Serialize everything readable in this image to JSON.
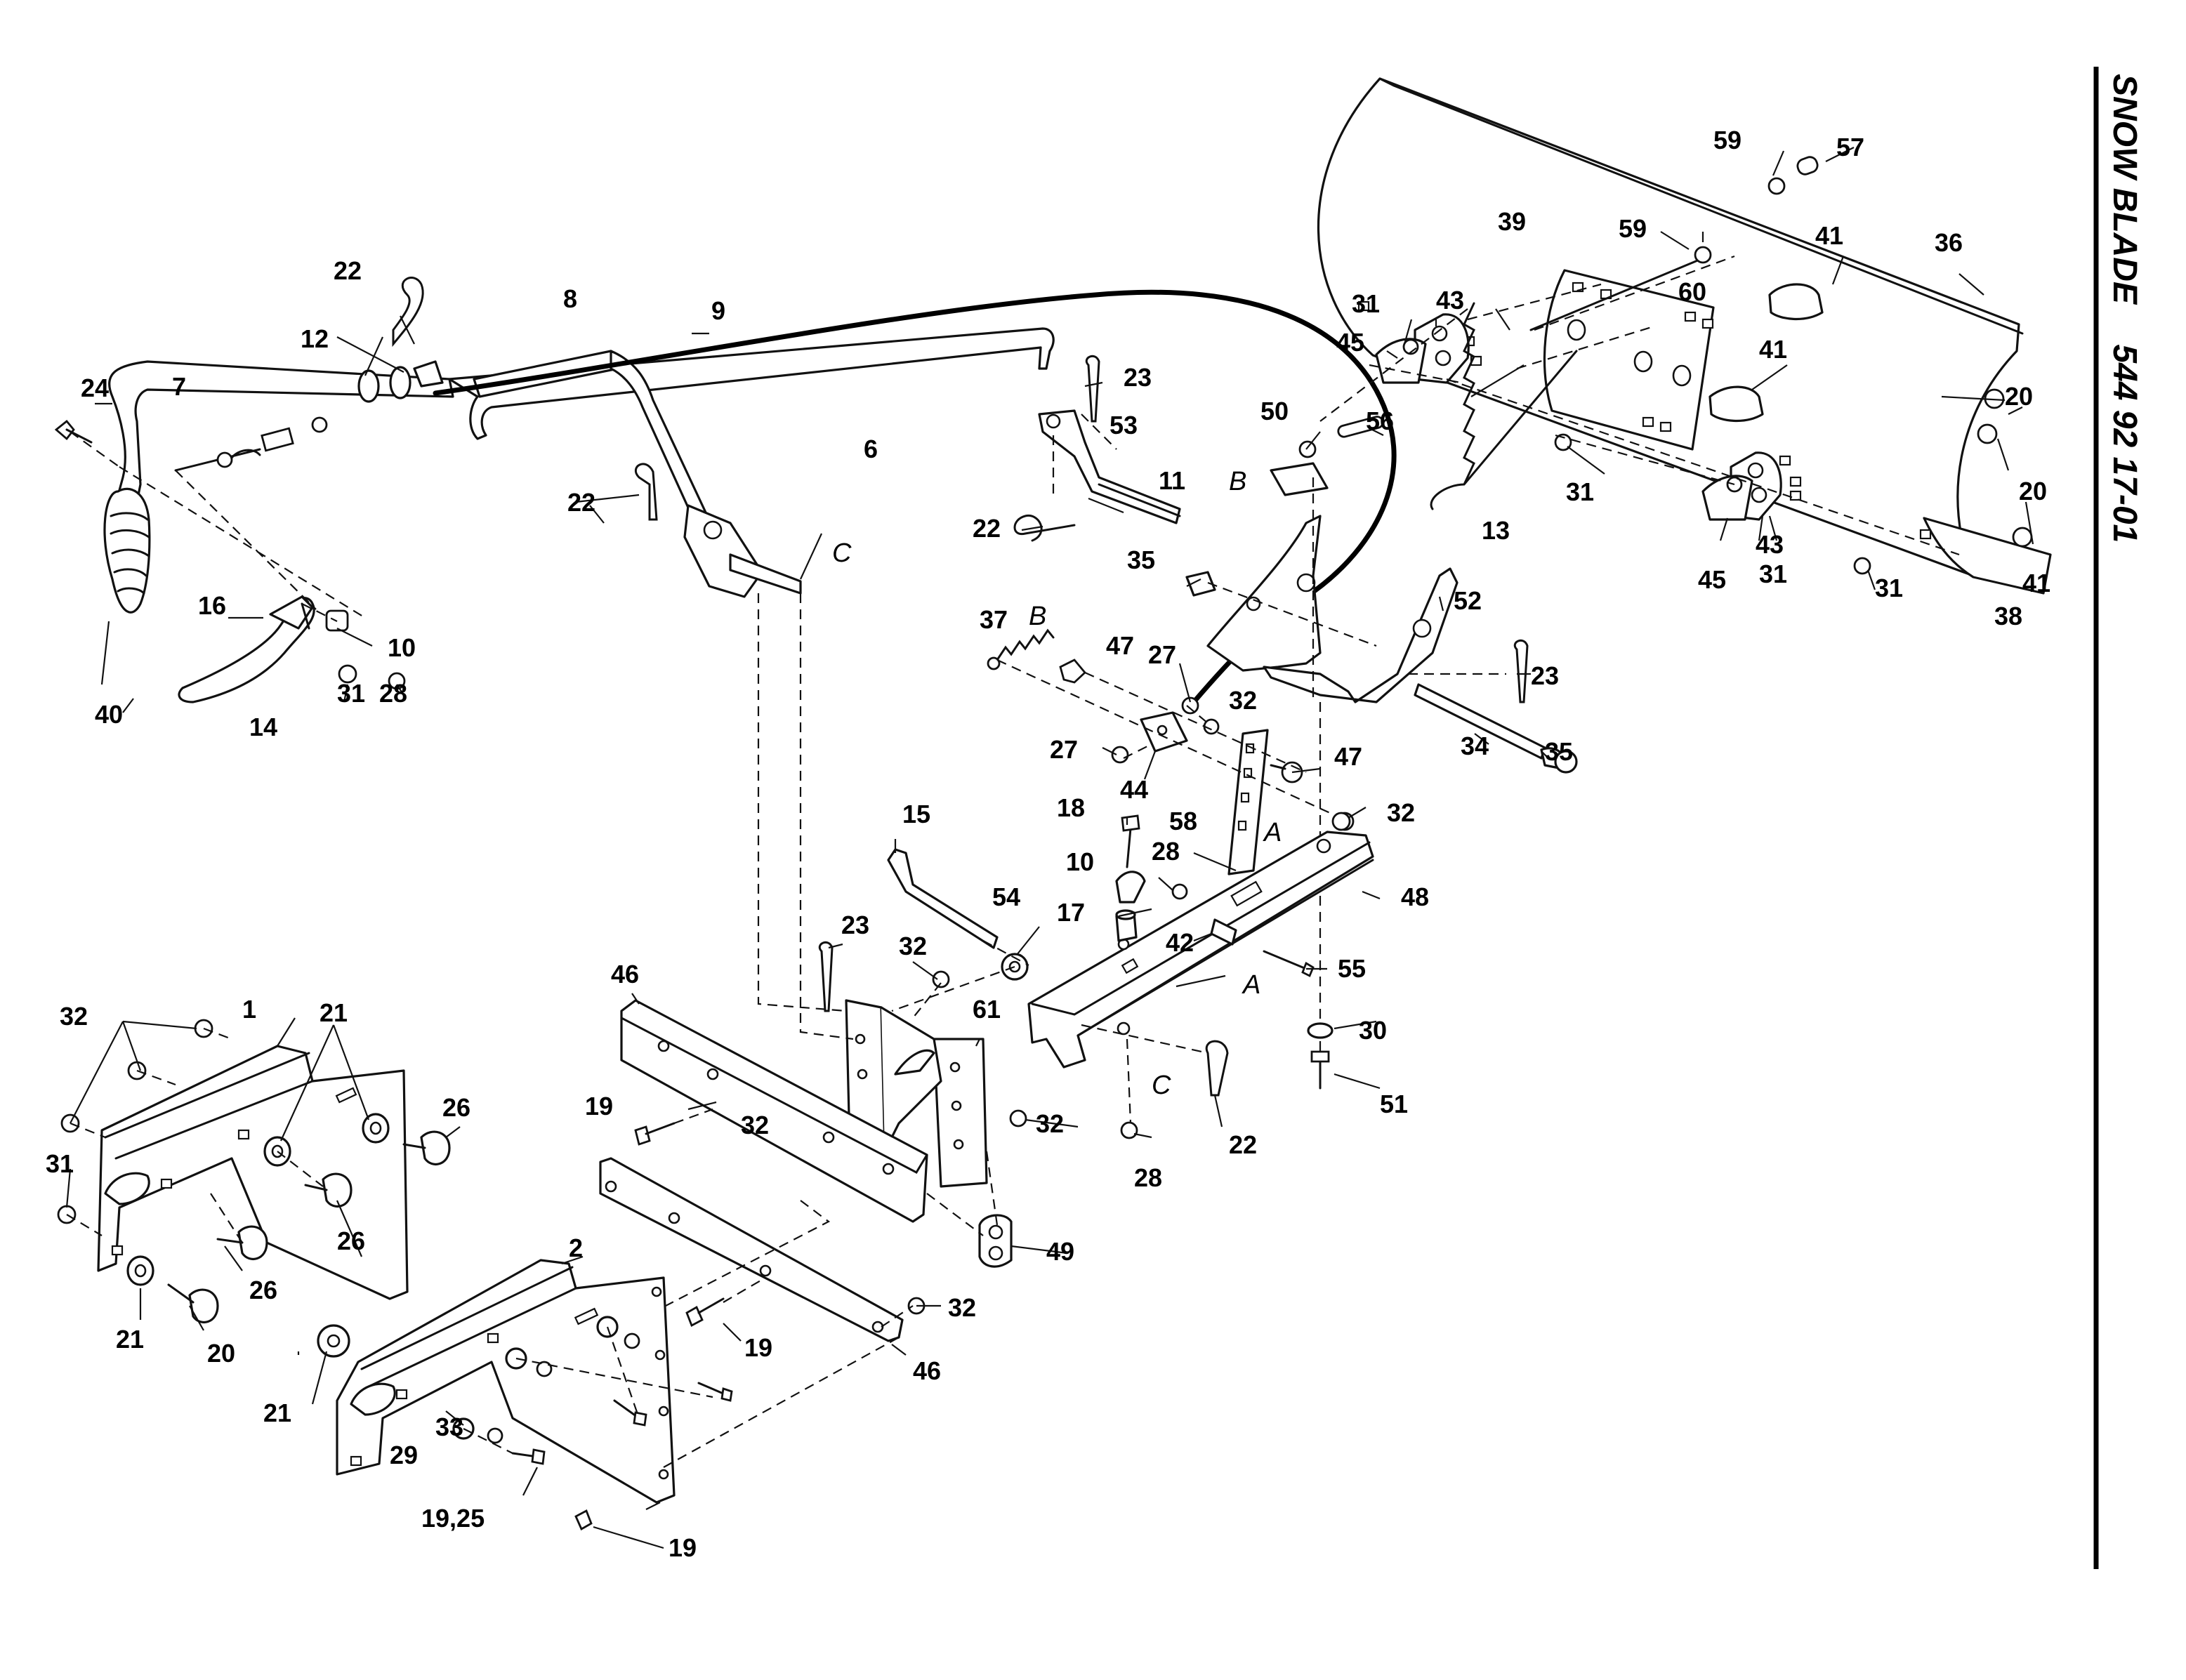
{
  "header": {
    "title": "SNOW BLADE",
    "part_number": "544 92 17-01"
  },
  "callouts": [
    "1",
    "2",
    "6",
    "7",
    "8",
    "9",
    "10",
    "10",
    "11",
    "12",
    "13",
    "14",
    "15",
    "16",
    "17",
    "18",
    "19",
    "19",
    "19",
    "19,25",
    "20",
    "20",
    "20",
    "21",
    "21",
    "21",
    "22",
    "22",
    "22",
    "22",
    "23",
    "23",
    "23",
    "24",
    "26",
    "26",
    "26",
    "27",
    "27",
    "28",
    "28",
    "28",
    "29",
    "30",
    "31",
    "31",
    "31",
    "31",
    "31",
    "31",
    "32",
    "32",
    "32",
    "32",
    "32",
    "32",
    "32",
    "33",
    "34",
    "35",
    "35",
    "36",
    "37",
    "38",
    "39",
    "40",
    "41",
    "41",
    "41",
    "42",
    "43",
    "43",
    "44",
    "45",
    "45",
    "46",
    "46",
    "47",
    "47",
    "48",
    "49",
    "50",
    "51",
    "52",
    "53",
    "54",
    "55",
    "56",
    "57",
    "58",
    "59",
    "59",
    "60",
    "61"
  ],
  "reference_letters": [
    "A",
    "A",
    "B",
    "B",
    "C",
    "C"
  ]
}
